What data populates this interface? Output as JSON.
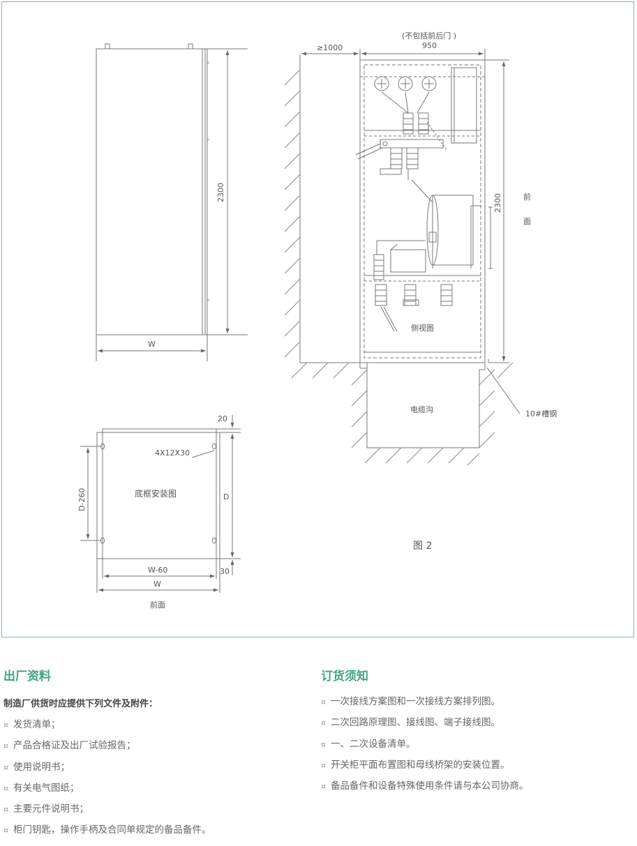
{
  "diagram": {
    "front_view": {
      "width_label": "W",
      "height_label": "2300"
    },
    "base_frame": {
      "caption": "底框安装图",
      "hole_label": "4X12X30",
      "dim_top": "20",
      "dim_bottom": "30",
      "dim_depth": "D",
      "dim_inner_depth": "D-260",
      "dim_inner_width": "W-60",
      "dim_width": "W",
      "front_label": "前面"
    },
    "side_view": {
      "note_top": "(不包括前后门 )",
      "depth_value": "950",
      "clearance": "≥1000",
      "height_label": "2300",
      "front_label_1": "前",
      "front_label_2": "面",
      "caption": "侧视图",
      "cable_trench": "电缆沟",
      "channel_steel": "10#槽钢"
    },
    "figure_caption": "图 2",
    "colors": {
      "frame": "#8ab5a6",
      "accent": "#3fa383",
      "line": "#777777"
    }
  },
  "factory_docs": {
    "title": "出厂资料",
    "subtitle": "制造厂供货时应提供下列文件及附件：",
    "bullet": "¤",
    "items": [
      "发货清单；",
      "产品合格证及出厂试验报告；",
      "使用说明书；",
      "有关电气图纸；",
      "主要元件说明书；",
      "柜门钥匙，操作手柄及合同单规定的备品备件。"
    ]
  },
  "ordering": {
    "title": "订货须知",
    "bullet": "¤",
    "items": [
      "一次接线方案图和一次接线方案排列图。",
      "二次回路原理图、接线图、端子接线图。",
      "一、二次设备清单。",
      "开关柜平面布置图和母线桥架的安装位置。",
      "备品备件和设备特殊使用条件请与本公司协商。"
    ]
  }
}
